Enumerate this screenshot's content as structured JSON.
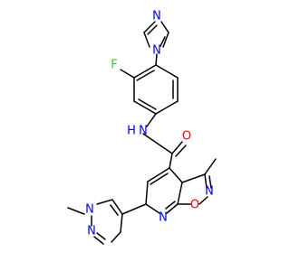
{
  "molecule": {
    "atoms": [
      {
        "label": "N",
        "color": "#0000ff"
      },
      {
        "label": "N",
        "color": "#0000ff"
      },
      {
        "label": "F",
        "color": "#33cc33"
      },
      {
        "label": "N",
        "color": "#0000ff"
      },
      {
        "label": "H",
        "color": "#0000ff"
      },
      {
        "label": "O",
        "color": "#ff0000"
      },
      {
        "label": "N",
        "color": "#0000ff"
      },
      {
        "label": "O",
        "color": "#ff0000"
      },
      {
        "label": "N",
        "color": "#0000ff"
      },
      {
        "label": "N",
        "color": "#0000ff"
      },
      {
        "label": "N",
        "color": "#0000ff"
      }
    ],
    "colors": {
      "bond": "#000000",
      "nitrogen": "#0000ff",
      "oxygen": "#ff0000",
      "fluorine": "#33cc33"
    }
  }
}
